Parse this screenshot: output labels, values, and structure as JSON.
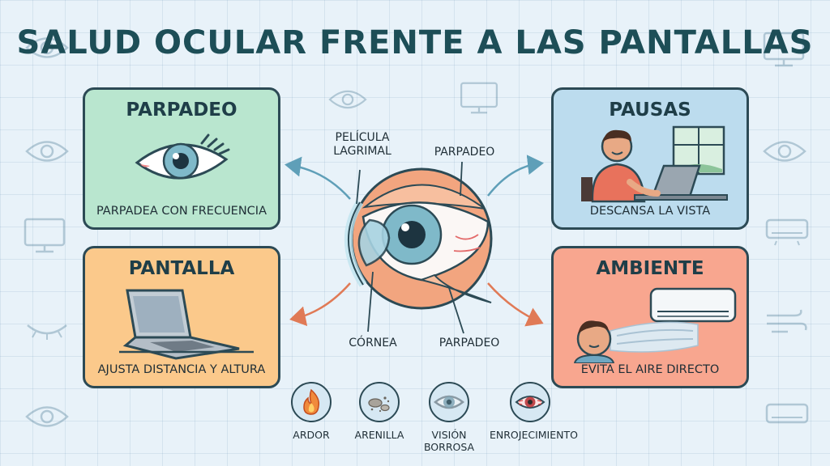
{
  "title": "SALUD OCULAR FRENTE A LAS PANTALLAS",
  "cards": {
    "parpadeo": {
      "title": "PARPADEO",
      "caption": "PARPADEA CON FRECUENCIA"
    },
    "pausas": {
      "title": "PAUSAS",
      "caption": "DESCANSA LA VISTA"
    },
    "pantalla": {
      "title": "PANTALLA",
      "caption": "AJUSTA DISTANCIA Y ALTURA"
    },
    "ambiente": {
      "title": "AMBIENTE",
      "caption": "EVITA EL AIRE DIRECTO"
    }
  },
  "eye_labels": {
    "pelicula": "PELÍCULA\nLAGRIMAL",
    "parpadeo_top": "PARPADEO",
    "cornea": "CÓRNEA",
    "parpadeo_bottom": "PARPADEO"
  },
  "symptoms": [
    {
      "label": "ARDOR",
      "icon": "flame-icon"
    },
    {
      "label": "ARENILLA",
      "icon": "sand-icon"
    },
    {
      "label": "VISIÓN\nBORROSA",
      "icon": "blurred-eye-icon"
    },
    {
      "label": "ENROJECIMIENTO",
      "icon": "red-eye-icon"
    }
  ],
  "colors": {
    "parpadeo": "#b9e6cf",
    "pausas": "#bcdcee",
    "pantalla": "#fbc98b",
    "ambiente": "#f8a68f",
    "title": "#1d4e57"
  }
}
